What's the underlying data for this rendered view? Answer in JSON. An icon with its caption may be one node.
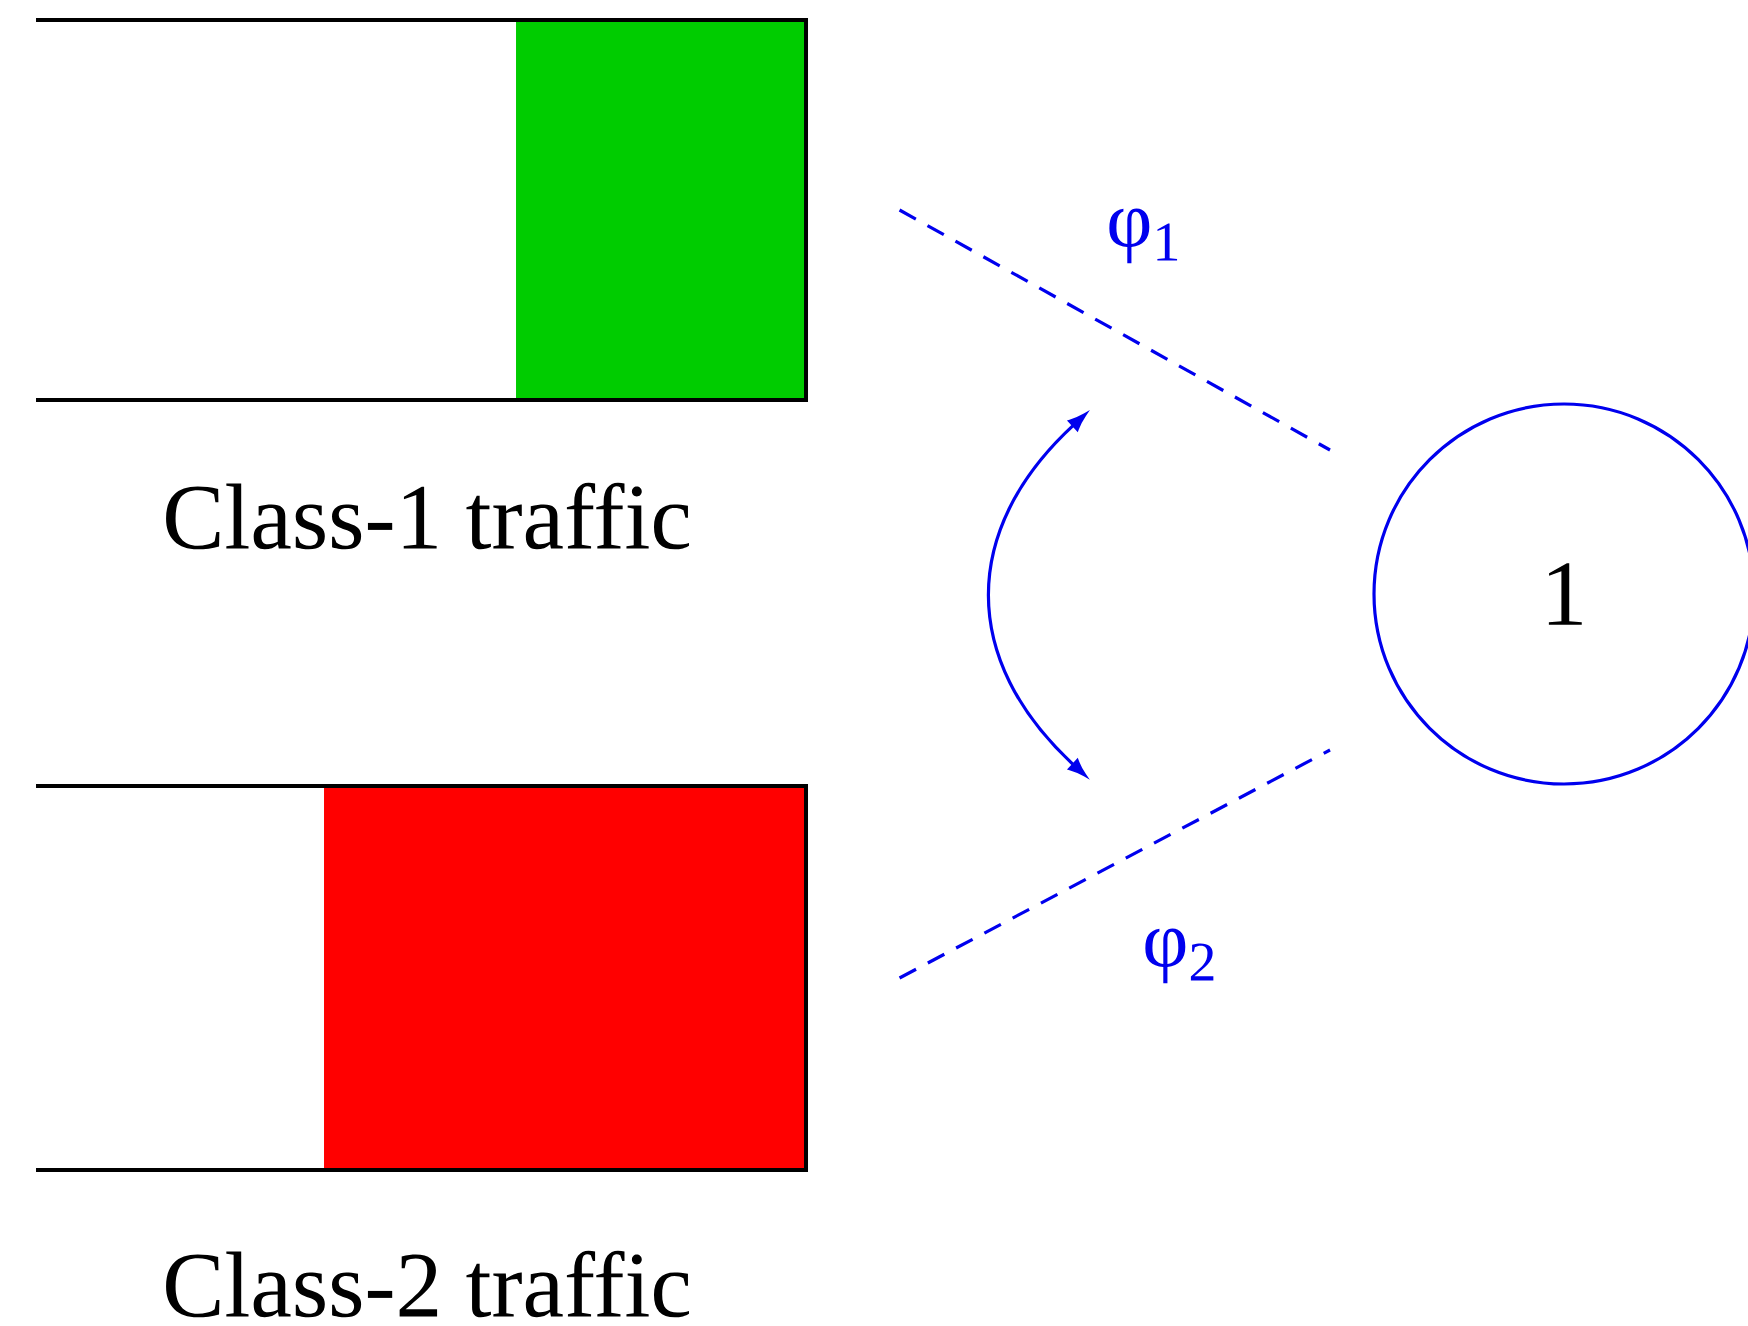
{
  "diagram": {
    "nodes": [
      {
        "text": [
          "Class-1 traffic"
        ]
      },
      {
        "text": [
          "Class-2 traffic"
        ]
      },
      {
        "text": [
          "1"
        ]
      }
    ],
    "edges": [
      {
        "from": 0,
        "to": 2,
        "arrow": "none",
        "style": "dashed",
        "label": "φ$_{1}$"
      },
      {
        "from": 1,
        "to": 2,
        "arrow": "none",
        "style": "dashed",
        "label": "φ$_{2}$"
      }
    ]
  }
}
